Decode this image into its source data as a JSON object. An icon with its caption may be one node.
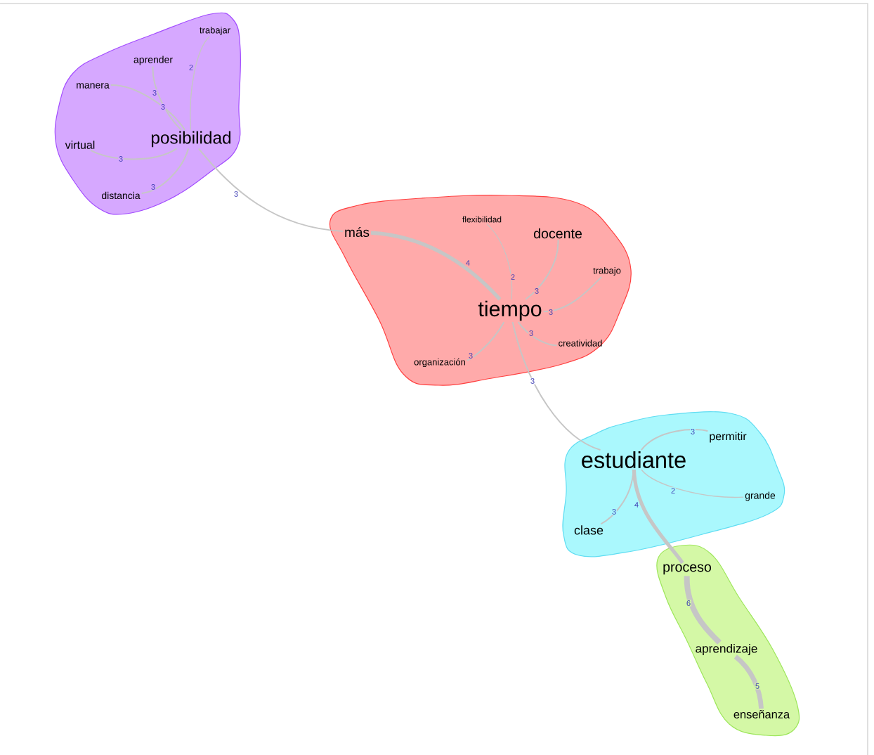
{
  "diagram": {
    "nodes": [
      {
        "text": [],
        "shape": "blob"
      },
      {
        "text": [
          "trabajar"
        ],
        "in": 0
      },
      {
        "text": [
          "aprender"
        ],
        "in": 0
      },
      {
        "text": [
          "manera"
        ],
        "in": 0
      },
      {
        "text": [
          "posibilidad"
        ],
        "in": 0
      },
      {
        "text": [
          "virtual"
        ],
        "in": 0
      },
      {
        "text": [
          "distancia"
        ],
        "in": 0
      },
      {
        "text": [],
        "shape": "blob"
      },
      {
        "text": [
          "flexibilidad"
        ],
        "in": 7
      },
      {
        "text": [
          "más"
        ],
        "in": 7
      },
      {
        "text": [
          "docente"
        ],
        "in": 7
      },
      {
        "text": [
          "trabajo"
        ],
        "in": 7
      },
      {
        "text": [
          "tiempo"
        ],
        "in": 7
      },
      {
        "text": [
          "creatividad"
        ],
        "in": 7
      },
      {
        "text": [
          "organización"
        ],
        "in": 7
      },
      {
        "text": [],
        "shape": "blob"
      },
      {
        "text": [
          "permitir"
        ],
        "in": 15
      },
      {
        "text": [
          "estudiante"
        ],
        "in": 15
      },
      {
        "text": [
          "grande"
        ],
        "in": 15
      },
      {
        "text": [
          "clase"
        ],
        "in": 15
      },
      {
        "text": [],
        "shape": "blob"
      },
      {
        "text": [
          "proceso"
        ],
        "in": 20
      },
      {
        "text": [
          "aprendizaje"
        ],
        "in": 20
      },
      {
        "text": [
          "enseñanza"
        ],
        "in": 20
      }
    ],
    "edges": [
      {
        "from": 4,
        "to": 1,
        "arrow": "none",
        "label": "2"
      },
      {
        "from": 4,
        "to": 2,
        "arrow": "none",
        "label": "3"
      },
      {
        "from": 4,
        "to": 3,
        "arrow": "none",
        "label": "3"
      },
      {
        "from": 4,
        "to": 5,
        "arrow": "none",
        "label": "3"
      },
      {
        "from": 4,
        "to": 6,
        "arrow": "none",
        "label": "3"
      },
      {
        "from": 4,
        "to": 9,
        "arrow": "none",
        "label": "3"
      },
      {
        "from": 9,
        "to": 12,
        "arrow": "none",
        "label": "4",
        "style": "thick"
      },
      {
        "from": 12,
        "to": 8,
        "arrow": "none",
        "label": "2"
      },
      {
        "from": 12,
        "to": 10,
        "arrow": "none",
        "label": "3"
      },
      {
        "from": 12,
        "to": 11,
        "arrow": "none",
        "label": "3"
      },
      {
        "from": 12,
        "to": 13,
        "arrow": "none",
        "label": "3"
      },
      {
        "from": 12,
        "to": 14,
        "arrow": "none",
        "label": "3"
      },
      {
        "from": 12,
        "to": 17,
        "arrow": "none",
        "label": "3"
      },
      {
        "from": 17,
        "to": 16,
        "arrow": "none",
        "label": "3"
      },
      {
        "from": 17,
        "to": 18,
        "arrow": "none",
        "label": "2"
      },
      {
        "from": 17,
        "to": 19,
        "arrow": "none",
        "label": "3"
      },
      {
        "from": 17,
        "to": 21,
        "arrow": "none",
        "label": "4",
        "style": "thick"
      },
      {
        "from": 21,
        "to": 22,
        "arrow": "none",
        "label": "6",
        "style": "thick"
      },
      {
        "from": 22,
        "to": 23,
        "arrow": "none",
        "label": "5",
        "style": "thick"
      }
    ]
  }
}
